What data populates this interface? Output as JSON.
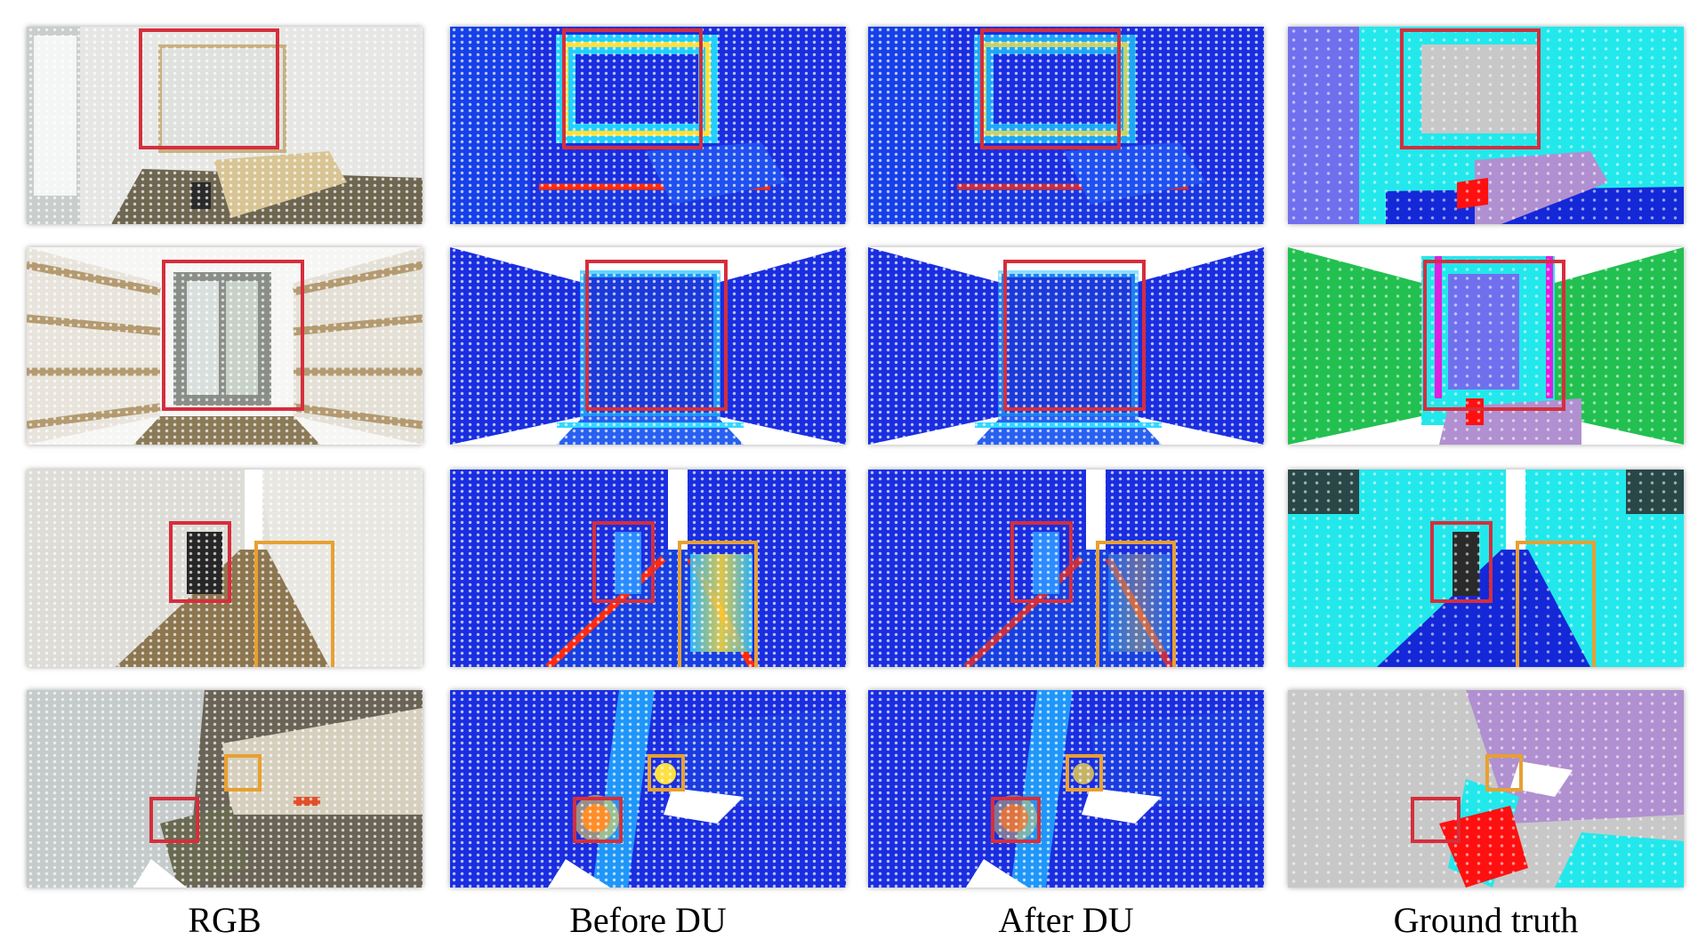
{
  "columns": [
    {
      "key": "rgb",
      "label": "RGB"
    },
    {
      "key": "before",
      "label": "Before DU"
    },
    {
      "key": "after",
      "label": "After DU"
    },
    {
      "key": "gt",
      "label": "Ground truth"
    }
  ],
  "rows": [
    {
      "scene": "office-whiteboard",
      "boxes": [
        "red"
      ]
    },
    {
      "scene": "office-shelves-window",
      "boxes": [
        "red"
      ]
    },
    {
      "scene": "corridor",
      "boxes": [
        "red",
        "orange"
      ]
    },
    {
      "scene": "cluttered-room",
      "boxes": [
        "red",
        "orange"
      ]
    }
  ],
  "colors": {
    "box_red": "#d62e3c",
    "box_orange": "#e8a030",
    "heatmap_low": "#1a2ee0",
    "heatmap_high": "#ff2a10",
    "gt_wall": "#22e8ec",
    "gt_floor": "#1428d8",
    "gt_board": "#c8c8c8",
    "gt_table": "#b090d0",
    "gt_chair": "#ff1010",
    "gt_window": "#7070ee",
    "gt_bookcase": "#22c050",
    "gt_door": "#2a2a2a"
  }
}
